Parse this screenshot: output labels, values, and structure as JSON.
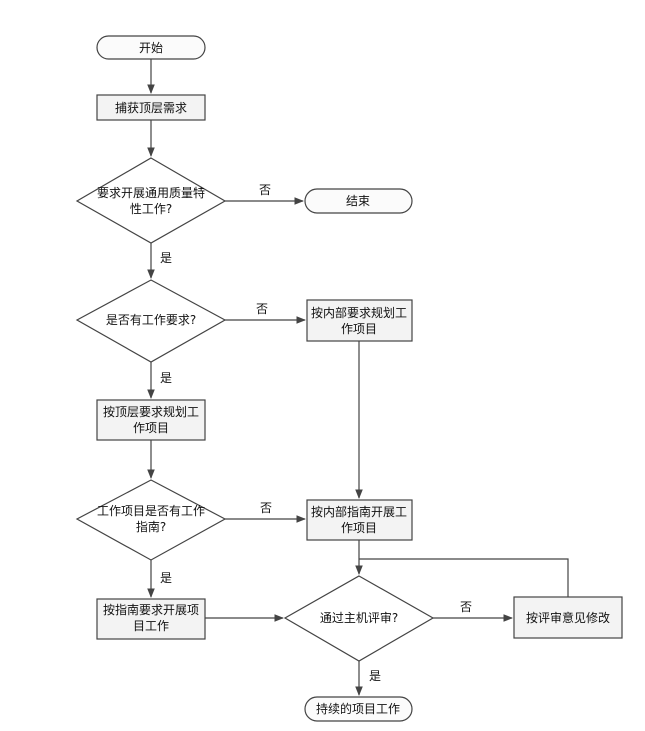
{
  "nodes": {
    "start": "开始",
    "capture": "捕获顶层需求",
    "q_quality": [
      "要求开展通用质量特",
      "性工作?"
    ],
    "end": "结束",
    "q_requirement": "是否有工作要求?",
    "plan_internal": [
      "按内部要求规划工",
      "作项目"
    ],
    "plan_top": [
      "按顶层要求规划工",
      "作项目"
    ],
    "q_guide": [
      "工作项目是否有工作",
      "指南?"
    ],
    "exec_internal": [
      "按内部指南开展工",
      "作项目"
    ],
    "exec_guide": [
      "按指南要求开展项",
      "目工作"
    ],
    "q_review": "通过主机评审?",
    "modify": "按评审意见修改",
    "continue": "持续的项目工作"
  },
  "edge_labels": {
    "yes": "是",
    "no": "否"
  }
}
